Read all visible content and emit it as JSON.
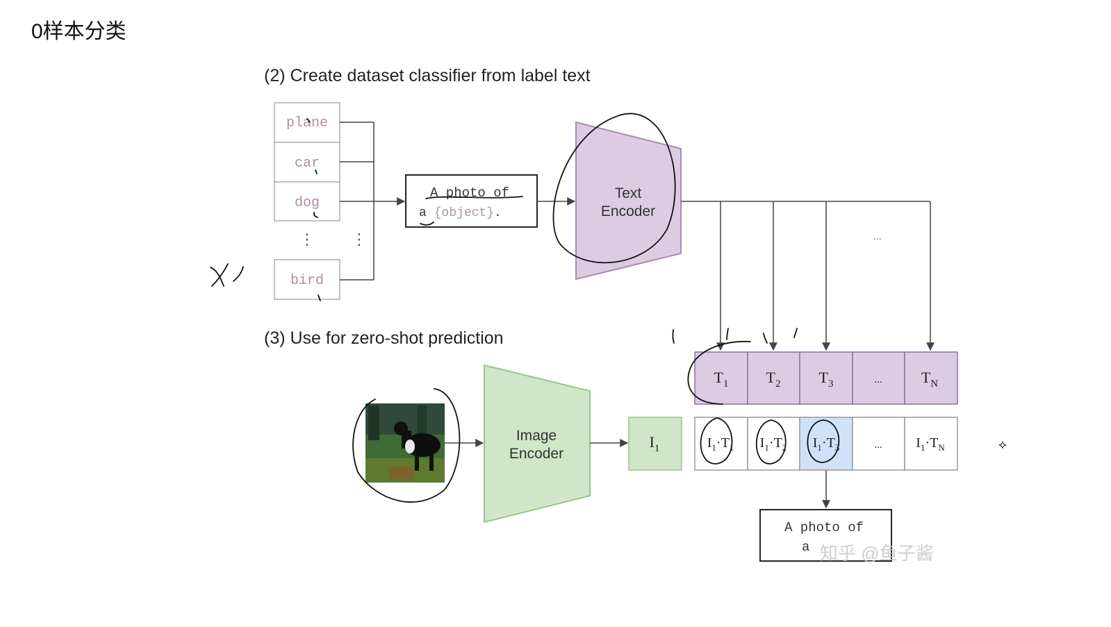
{
  "slide": {
    "title": "0样本分类"
  },
  "colors": {
    "text_encoder_fill": "#dccbe3",
    "text_encoder_stroke": "#a68bb4",
    "image_encoder_fill": "#cfe6c8",
    "image_encoder_stroke": "#98c58c",
    "t_cell_fill": "#dccbe3",
    "i1_cell_fill": "#cfe6c8",
    "highlight_fill": "#cfe2f7",
    "label_text": "#b38ba3",
    "line": "#444444",
    "pen": "#111111",
    "watermark": "#c9c9c9"
  },
  "step2": {
    "heading": "(2) Create dataset classifier from label text",
    "labels": [
      "plane",
      "car",
      "dog",
      "bird"
    ],
    "vdots": "⋮",
    "template_line1": "A photo of",
    "template_line2_prefix": "a ",
    "template_object": "{object}",
    "template_line2_suffix": ".",
    "text_encoder_line1": "Text",
    "text_encoder_line2": "Encoder",
    "ellipsis": "..."
  },
  "step3": {
    "heading": "(3) Use for zero-shot prediction",
    "image_encoder_line1": "Image",
    "image_encoder_line2": "Encoder",
    "i1_label": "I",
    "i1_sub": "1",
    "t_cells": [
      {
        "base": "T",
        "sub": "1"
      },
      {
        "base": "T",
        "sub": "2"
      },
      {
        "base": "T",
        "sub": "3"
      },
      {
        "base": "...",
        "sub": ""
      },
      {
        "base": "T",
        "sub": "N"
      }
    ],
    "products": [
      {
        "a": "I",
        "as": "1",
        "b": "T",
        "bs": "1"
      },
      {
        "a": "I",
        "as": "1",
        "b": "T",
        "bs": "2"
      },
      {
        "a": "I",
        "as": "1",
        "b": "T",
        "bs": "3"
      },
      {
        "a": "...",
        "as": "",
        "b": "",
        "bs": ""
      },
      {
        "a": "I",
        "as": "1",
        "b": "T",
        "bs": "N"
      }
    ],
    "highlight_index": 2,
    "output_line1": "A photo of",
    "output_line2": "a"
  },
  "watermark": "知乎 @鱼子酱",
  "annotation_mark": "⟡"
}
